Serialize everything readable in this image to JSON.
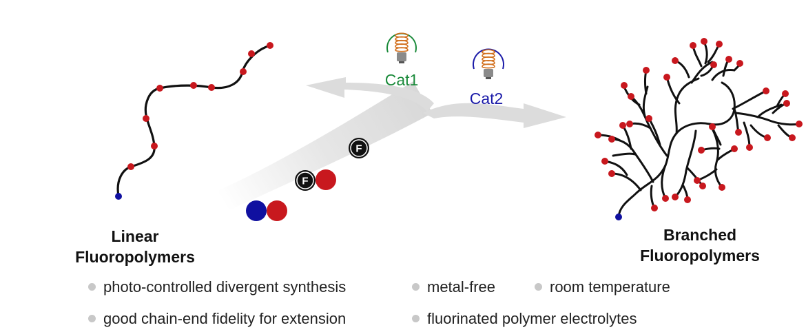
{
  "catalysts": [
    {
      "label": "Cat1",
      "color": "#1a8a3a"
    },
    {
      "label": "Cat2",
      "color": "#1a1aa8"
    }
  ],
  "fluorine_symbol": "F",
  "colors": {
    "chain": "#111111",
    "end_group": "#c8181e",
    "initiator": "#1010a0",
    "arrow": "#dcdcdc",
    "bulb_coil": "#d2701e"
  },
  "left_polymer": {
    "title_line1": "Linear",
    "title_line2": "Fluoropolymers"
  },
  "right_polymer": {
    "title_line1": "Branched",
    "title_line2": "Fluoropolymers"
  },
  "features_row1": [
    "photo-controlled divergent synthesis",
    "metal-free",
    "room temperature"
  ],
  "features_row2": [
    "good chain-end fidelity for extension",
    "fluorinated polymer electrolytes"
  ]
}
